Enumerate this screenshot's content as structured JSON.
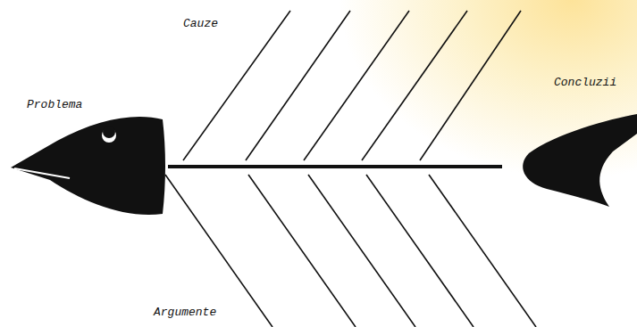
{
  "diagram": {
    "labels": [
      "Cauze",
      "Problema",
      "Concluzii",
      "Argumente"
    ]
  }
}
